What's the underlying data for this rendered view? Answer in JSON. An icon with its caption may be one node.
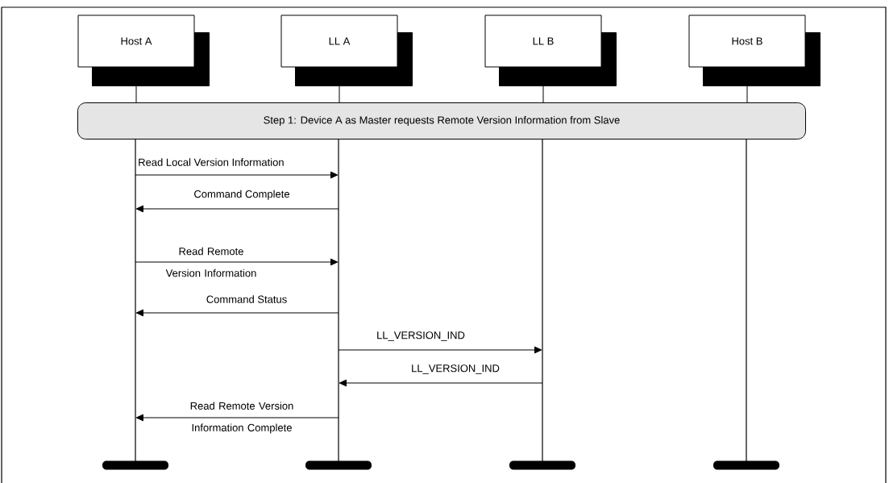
{
  "diagram": {
    "nodes": [
      {
        "text": [
          "Host A"
        ]
      },
      {
        "text": [
          "LL A"
        ]
      },
      {
        "text": [
          "LL B"
        ]
      },
      {
        "text": [
          "Host B"
        ]
      },
      {
        "text": [
          "Step 1: Device A as Master requests Remote Version Information from Slave"
        ]
      },
      {
        "text": [],
        "shape": "line"
      },
      {
        "text": [],
        "shape": "line"
      },
      {
        "text": [],
        "shape": "line"
      },
      {
        "text": [],
        "shape": "line"
      },
      {
        "text": [],
        "shape": "bar"
      },
      {
        "text": [],
        "shape": "bar"
      },
      {
        "text": [],
        "shape": "bar"
      },
      {
        "text": [],
        "shape": "bar"
      }
    ],
    "edges": [
      {
        "from": 0,
        "to": 4,
        "arrow": "none"
      },
      {
        "from": 1,
        "to": 4,
        "arrow": "none"
      },
      {
        "from": 2,
        "to": 4,
        "arrow": "none"
      },
      {
        "from": 3,
        "to": 4,
        "arrow": "none"
      },
      {
        "from": 5,
        "to": 6,
        "arrow": "to",
        "label": "Read Local Version Information"
      },
      {
        "from": 6,
        "to": 5,
        "arrow": "to",
        "label": "Command Complete"
      },
      {
        "from": 5,
        "to": 6,
        "arrow": "to",
        "label": "Read Remote Version Information"
      },
      {
        "from": 6,
        "to": 5,
        "arrow": "to",
        "label": "Command Status"
      },
      {
        "from": 6,
        "to": 7,
        "arrow": "to",
        "label": "LL_VERSION_IND"
      },
      {
        "from": 7,
        "to": 6,
        "arrow": "to",
        "label": "LL_VERSION_IND"
      },
      {
        "from": 6,
        "to": 5,
        "arrow": "to",
        "label": "Read Remote Version Information Complete"
      }
    ]
  }
}
